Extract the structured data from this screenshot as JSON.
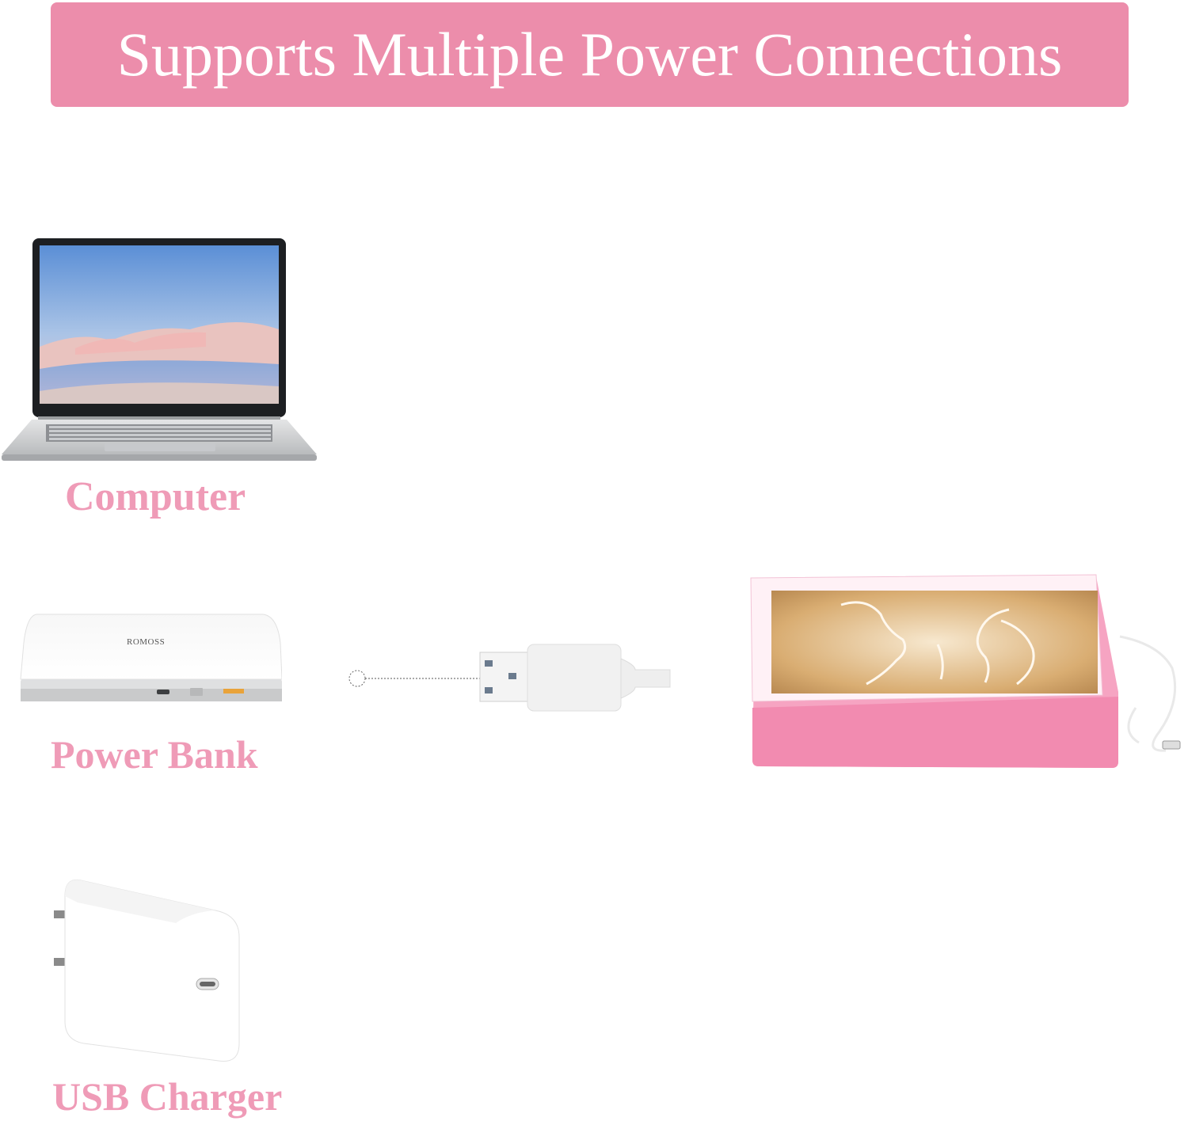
{
  "banner": {
    "title": "Supports Multiple Power Connections",
    "color": "#ec8dab"
  },
  "sources": [
    {
      "label": "Computer",
      "icon": "laptop-icon"
    },
    {
      "label": "Power Bank",
      "icon": "power-bank-icon",
      "brand": "ROMOSS"
    },
    {
      "label": "USB Charger",
      "icon": "usb-charger-icon"
    }
  ],
  "connector": {
    "icon": "usb-a-cable-icon"
  },
  "product": {
    "icon": "sand-painting-light-box-icon",
    "color": "#f28bb0"
  },
  "caption_color": "#ef9bb7"
}
